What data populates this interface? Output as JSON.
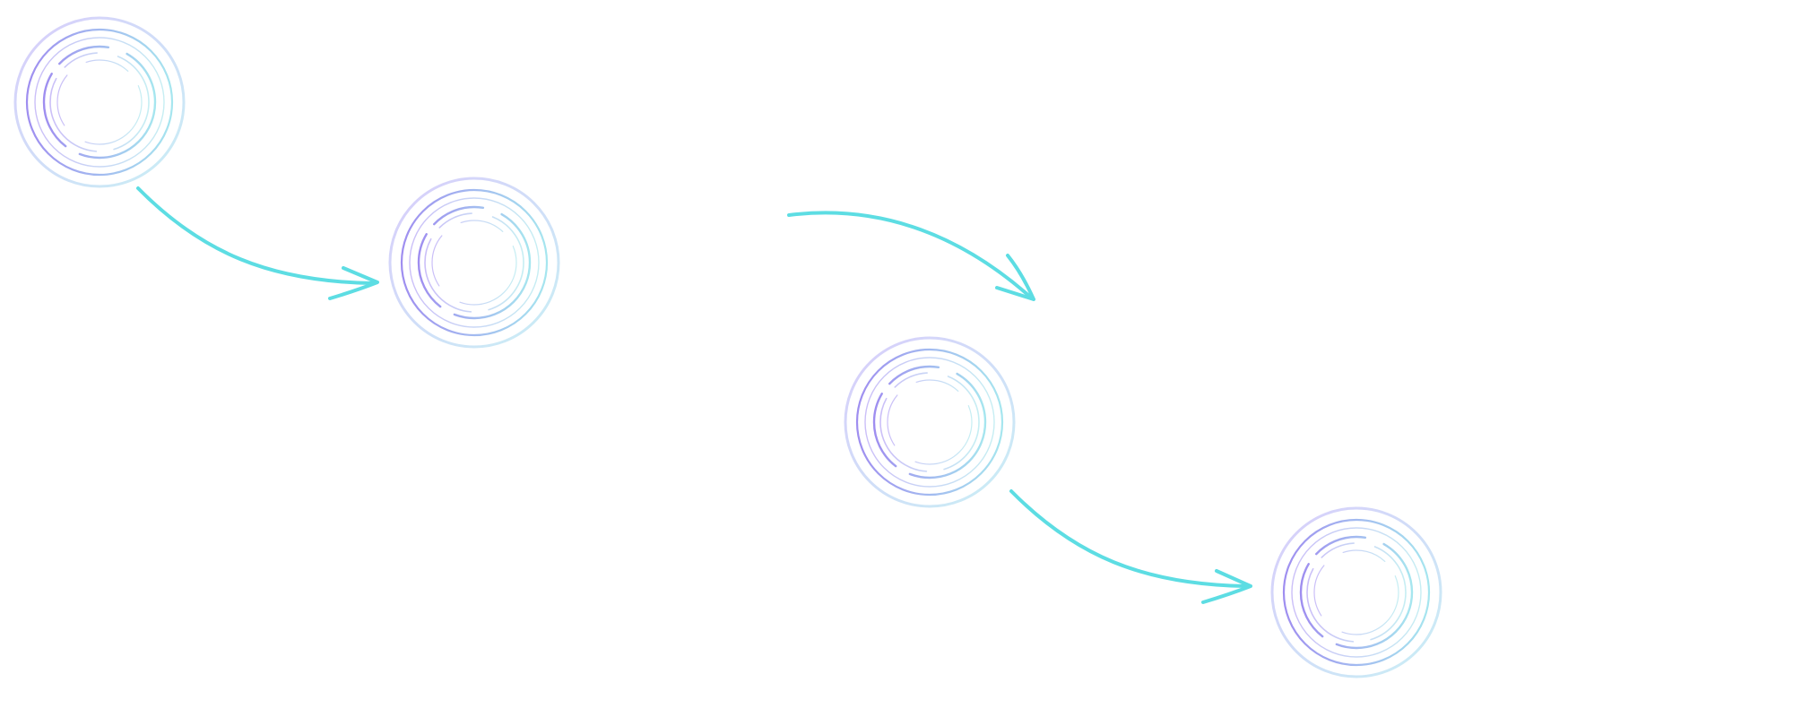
{
  "diagram": {
    "nodes": [
      {
        "name": "step-node-1",
        "icon": "concentric-rings-icon"
      },
      {
        "name": "step-node-2",
        "icon": "concentric-rings-icon"
      },
      {
        "name": "step-node-3",
        "icon": "concentric-rings-icon"
      },
      {
        "name": "step-node-4",
        "icon": "concentric-rings-icon"
      }
    ],
    "connectors": [
      {
        "name": "arrow-1-to-2",
        "icon": "curved-arrow-icon"
      },
      {
        "name": "arrow-2-to-3",
        "icon": "curved-arrow-icon"
      },
      {
        "name": "arrow-3-to-4",
        "icon": "curved-arrow-icon"
      }
    ],
    "colors": {
      "ring_violet": "#a99cf0",
      "ring_cyan": "#9fe3ec",
      "ring_light": "#d4cdf7",
      "arrow": "#5ddde3",
      "background": "#ffffff"
    }
  }
}
